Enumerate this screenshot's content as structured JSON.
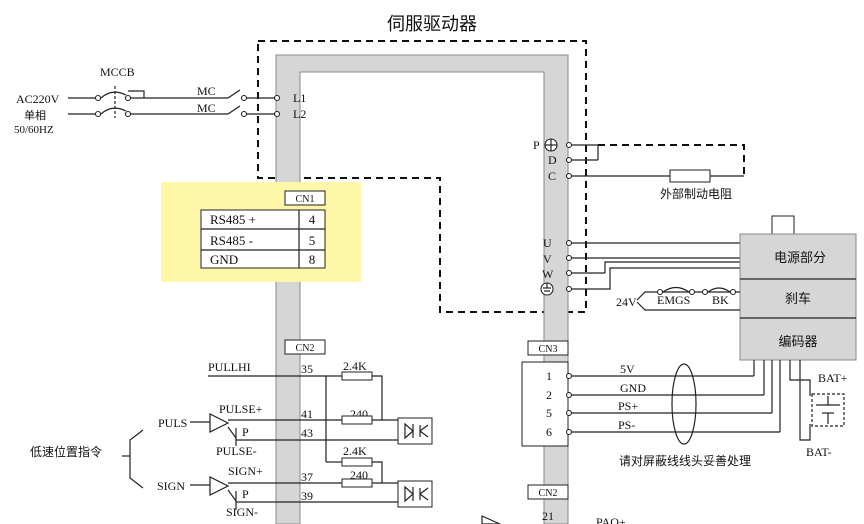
{
  "title": "伺服驱动器",
  "left_input": {
    "mccb_label": "MCCB",
    "ac_line1": "AC220V",
    "ac_line2": "单相",
    "ac_line3": "50/60HZ",
    "mc_labels": [
      "MC",
      "MC"
    ],
    "terminals": [
      "L1",
      "L2"
    ]
  },
  "cn1": {
    "label": "CN1",
    "rows": [
      {
        "signal": "RS485 +",
        "pin": "4"
      },
      {
        "signal": "RS485 -",
        "pin": "5"
      },
      {
        "signal": "GND",
        "pin": "8"
      }
    ],
    "highlight_color": "#fff7a8"
  },
  "regen": {
    "terminals": [
      "P",
      "D",
      "C"
    ],
    "resistor_label": "外部制动电阻"
  },
  "motor": {
    "terminals": [
      "U",
      "V",
      "W"
    ],
    "sections": [
      "电源部分",
      "刹车",
      "编码器"
    ],
    "brake_circuit": {
      "voltage": "24V",
      "relay": "EMGS",
      "brake": "BK"
    }
  },
  "cn3": {
    "label": "CN3",
    "pins": [
      "1",
      "2",
      "5",
      "6"
    ],
    "signals": [
      "5V",
      "GND",
      "PS+",
      "PS-"
    ],
    "battery_plus": "BAT+",
    "battery_minus": "BAT-",
    "shield_note": "请对屏蔽线线头妥善处理"
  },
  "cn2_left": {
    "label": "CN2",
    "group_label": "低速位置指令",
    "pullhi": "PULLHI",
    "puls": "PULS",
    "sign": "SIGN",
    "pulse_plus": "PULSE+",
    "pulse_minus": "PULSE-",
    "sign_plus": "SIGN+",
    "sign_minus": "SIGN-",
    "p_marks": [
      "P",
      "P"
    ],
    "pins": [
      "35",
      "41",
      "43",
      "37",
      "39"
    ],
    "resistors": [
      "2.4K",
      "240",
      "2.4K",
      "240"
    ]
  },
  "cn2_bottom": {
    "label": "CN2",
    "pin": "21",
    "partial_text": "PAO+"
  }
}
